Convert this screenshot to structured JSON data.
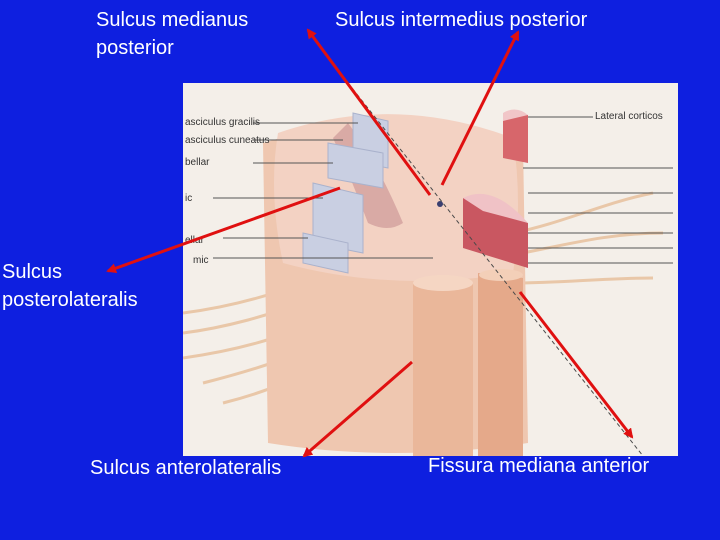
{
  "labels": {
    "sulcus_medianus_posterior_line1": "Sulcus medianus",
    "sulcus_medianus_posterior_line2": "posterior",
    "sulcus_intermedius_posterior": "Sulcus intermedius posterior",
    "sulcus_posterolateralis_line1": "Sulcus",
    "sulcus_posterolateralis_line2": "posterolateralis",
    "sulcus_anterolateralis": "Sulcus anterolateralis",
    "fissura_mediana_anterior": "Fissura mediana anterior"
  },
  "figure_labels": {
    "fasciculus_gracilis": "asciculus gracilis",
    "fasciculus_cuneatus": "asciculus cuneatus",
    "cerebellar": "bellar",
    "ic": "ic",
    "ellar": "ellar",
    "mic": "mic",
    "lateral_cortico": "Lateral corticos"
  },
  "colors": {
    "background": "#0e1fe0",
    "arrow": "#e01010",
    "label_text": "#ffffff"
  }
}
